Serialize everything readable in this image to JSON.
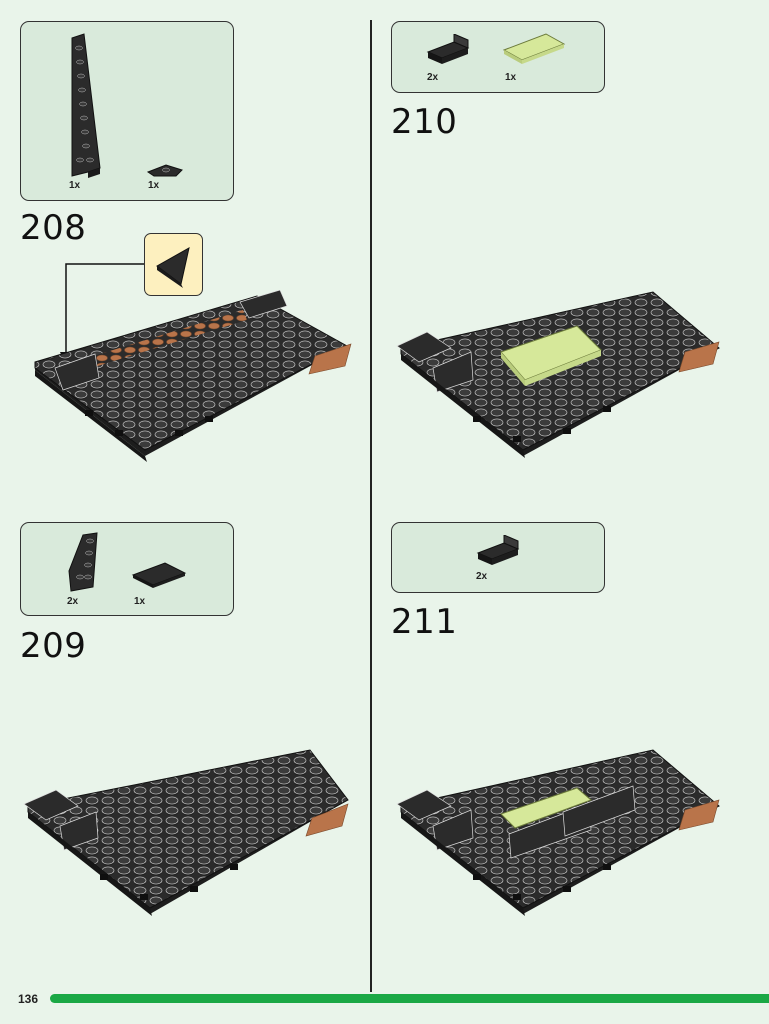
{
  "page_number": "136",
  "colors": {
    "background": "#e9f4ea",
    "parts_box": "#d9eadb",
    "brick_dark": "#2b2b2b",
    "brick_light_green": "#d6e89a",
    "brick_orange": "#c07a4e",
    "callout": "#fdf0bf",
    "progress": "#1aa845"
  },
  "steps": [
    {
      "number": "208",
      "parts": [
        {
          "qty": "1x",
          "icon": "wedge-plate-long-dark-icon"
        },
        {
          "qty": "1x",
          "icon": "small-wedge-plate-dark-icon"
        }
      ],
      "callout_icon": "triangle-tile-icon"
    },
    {
      "number": "209",
      "parts": [
        {
          "qty": "2x",
          "icon": "wedge-plate-dark-icon"
        },
        {
          "qty": "1x",
          "icon": "tile-dark-icon"
        }
      ]
    },
    {
      "number": "210",
      "parts": [
        {
          "qty": "2x",
          "icon": "bracket-dark-icon"
        },
        {
          "qty": "1x",
          "icon": "tile-lime-icon"
        }
      ]
    },
    {
      "number": "211",
      "parts": [
        {
          "qty": "2x",
          "icon": "bracket-dark-icon"
        }
      ]
    }
  ]
}
